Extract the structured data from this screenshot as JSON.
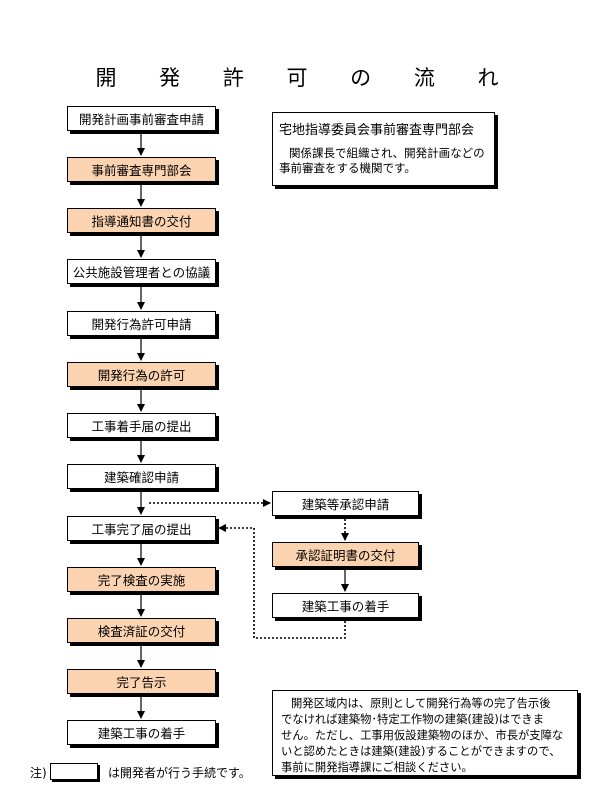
{
  "title": "開 発 許 可 の 流 れ",
  "flow": [
    {
      "label": "開発計画事前審査申請",
      "style": "white"
    },
    {
      "label": "事前審査専門部会",
      "style": "orange"
    },
    {
      "label": "指導通知書の交付",
      "style": "orange"
    },
    {
      "label": "公共施設管理者との協議",
      "style": "white"
    },
    {
      "label": "開発行為許可申請",
      "style": "white"
    },
    {
      "label": "開発行為の許可",
      "style": "orange"
    },
    {
      "label": "工事着手届の提出",
      "style": "white"
    },
    {
      "label": "建築確認申請",
      "style": "white"
    },
    {
      "label": "工事完了届の提出",
      "style": "white"
    },
    {
      "label": "完了検査の実施",
      "style": "orange"
    },
    {
      "label": "検査済証の交付",
      "style": "orange"
    },
    {
      "label": "完了告示",
      "style": "orange"
    },
    {
      "label": "建築工事の着手",
      "style": "white"
    }
  ],
  "side_flow": [
    {
      "label": "建築等承認申請",
      "style": "white"
    },
    {
      "label": "承認証明書の交付",
      "style": "orange"
    },
    {
      "label": "建築工事の着手",
      "style": "white"
    }
  ],
  "info_box": {
    "heading": "宅地指導委員会事前審査専門部会",
    "body": "関係課長で組織され、開発計画などの事前審査をする機関です。"
  },
  "notice": {
    "lines": [
      "開発区域内は、原則として開発行為等の完了告示後",
      "でなければ建築物･特定工作物の建築(建設)はできま",
      "せん。ただし、工事用仮設建築物のほか、市長が支障な",
      "いと認めたときは建築(建設)することができますので、",
      "事前に開発指導課にご相談ください。"
    ]
  },
  "legend": {
    "prefix": "注)",
    "text": "は開発者が行う手続です。"
  },
  "colors": {
    "orange_fill": "#fbd3b0",
    "white_fill": "#ffffff",
    "line": "#000000"
  }
}
